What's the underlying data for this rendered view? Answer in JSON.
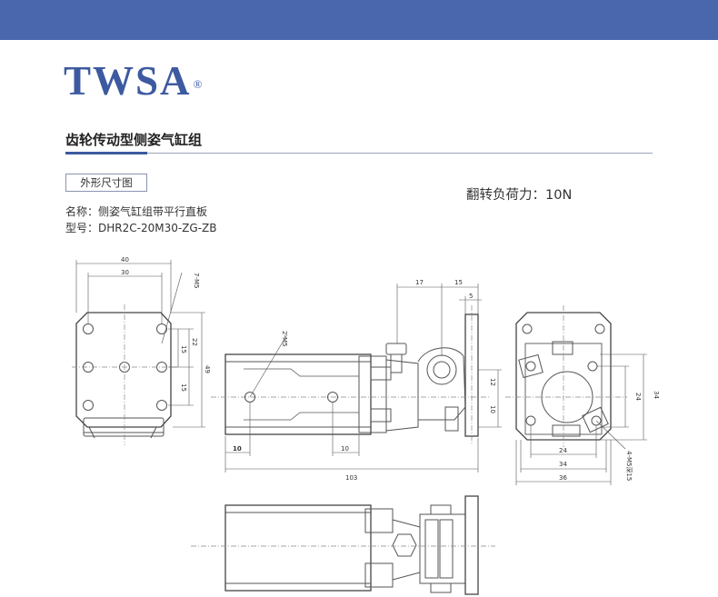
{
  "header": {
    "bar_color": "#4a67ae"
  },
  "brand": {
    "logo_text": "TWSA",
    "registered_mark": "®",
    "color": "#3d5aa0"
  },
  "section": {
    "title": "齿轮传动型侧姿气缸组",
    "accent_color": "#3d5aa0"
  },
  "tab": {
    "label": "外形尺寸图"
  },
  "spec": {
    "force": "翻转负荷力：10N"
  },
  "product": {
    "name_line": "名称：侧姿气缸组带平行直板",
    "model_line": "型号：DHR2C-20M30-ZG-ZB"
  },
  "drawing": {
    "front_view": {
      "dim_width": "40",
      "dim_hole": "30",
      "dim_height": "49",
      "dim_a": "22",
      "dim_b": "15",
      "dim_c": "15",
      "hole_note": "7-M5"
    },
    "side_view": {
      "dim_length": "103",
      "dim_left": "10",
      "dim_mid": "10",
      "dim_top": "17",
      "dim_top2": "15",
      "dim_flange": "5",
      "dim_r1": "12",
      "dim_r2": "10",
      "port_note": "2-M5"
    },
    "end_view": {
      "dim_w1": "24",
      "dim_w2": "34",
      "dim_w3": "36",
      "dim_h1": "24",
      "dim_h2": "34",
      "hole_note": "4-M5深15"
    }
  }
}
